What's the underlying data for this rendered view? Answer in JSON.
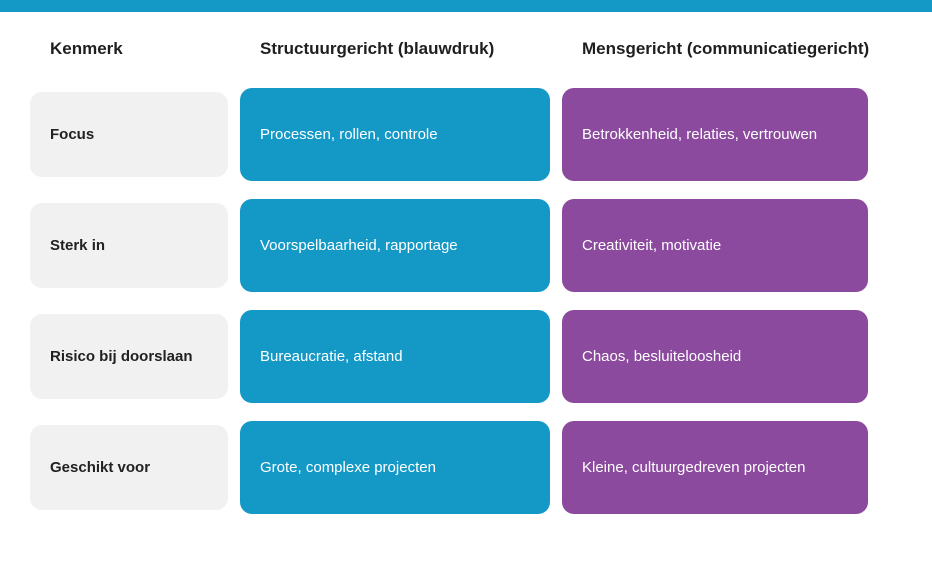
{
  "page": {
    "top_bar_color": "#1499c7"
  },
  "table": {
    "headers": [
      {
        "label": "Kenmerk"
      },
      {
        "label": "Structuurgericht (blauwdruk)"
      },
      {
        "label": "Mensgericht (communicatiegericht)"
      }
    ],
    "rows": [
      {
        "kenmerk": "Focus",
        "structuur": "Processen, rollen, controle",
        "mens": "Betrokkenheid, relaties, vertrouwen"
      },
      {
        "kenmerk": "Sterk in",
        "structuur": "Voorspelbaarheid, rapportage",
        "mens": "Creativiteit, motivatie"
      },
      {
        "kenmerk": "Risico bij doorslaan",
        "structuur": "Bureaucratie, afstand",
        "mens": "Chaos, besluiteloosheid"
      },
      {
        "kenmerk": "Geschikt voor",
        "structuur": "Grote, complexe projecten",
        "mens": "Kleine, cultuurgedreven projecten"
      }
    ],
    "colors": {
      "structuur_cell": "#1499c7",
      "mens_cell": "#8b4a9e",
      "kenmerk_cell": "#f1f1f1"
    }
  }
}
